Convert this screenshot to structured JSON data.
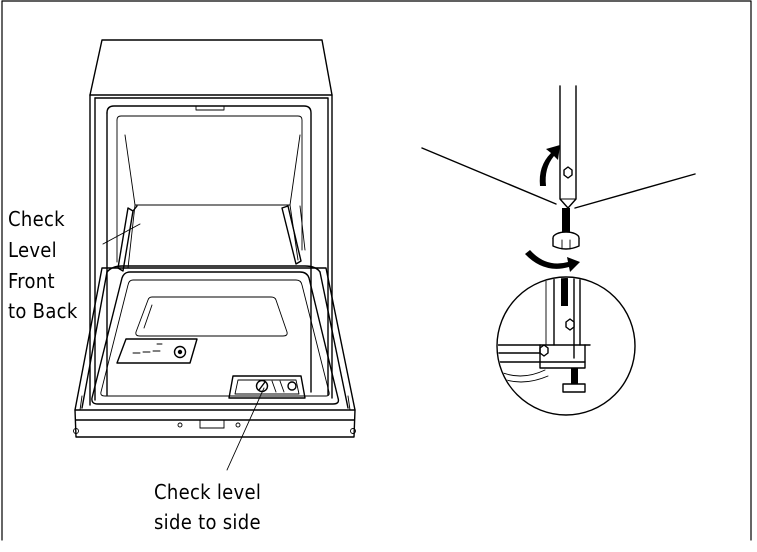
{
  "figure": {
    "label_front_back": [
      "Check",
      "Level",
      "Front",
      "to Back"
    ],
    "label_side_side": [
      "Check level",
      "side to side"
    ],
    "colors": {
      "line": "#000000",
      "background": "#ffffff"
    },
    "icons": [
      "dishwasher-drawing",
      "leveling-leg-drawing",
      "magnified-leg-detail",
      "rotate-arrow-icon"
    ]
  }
}
